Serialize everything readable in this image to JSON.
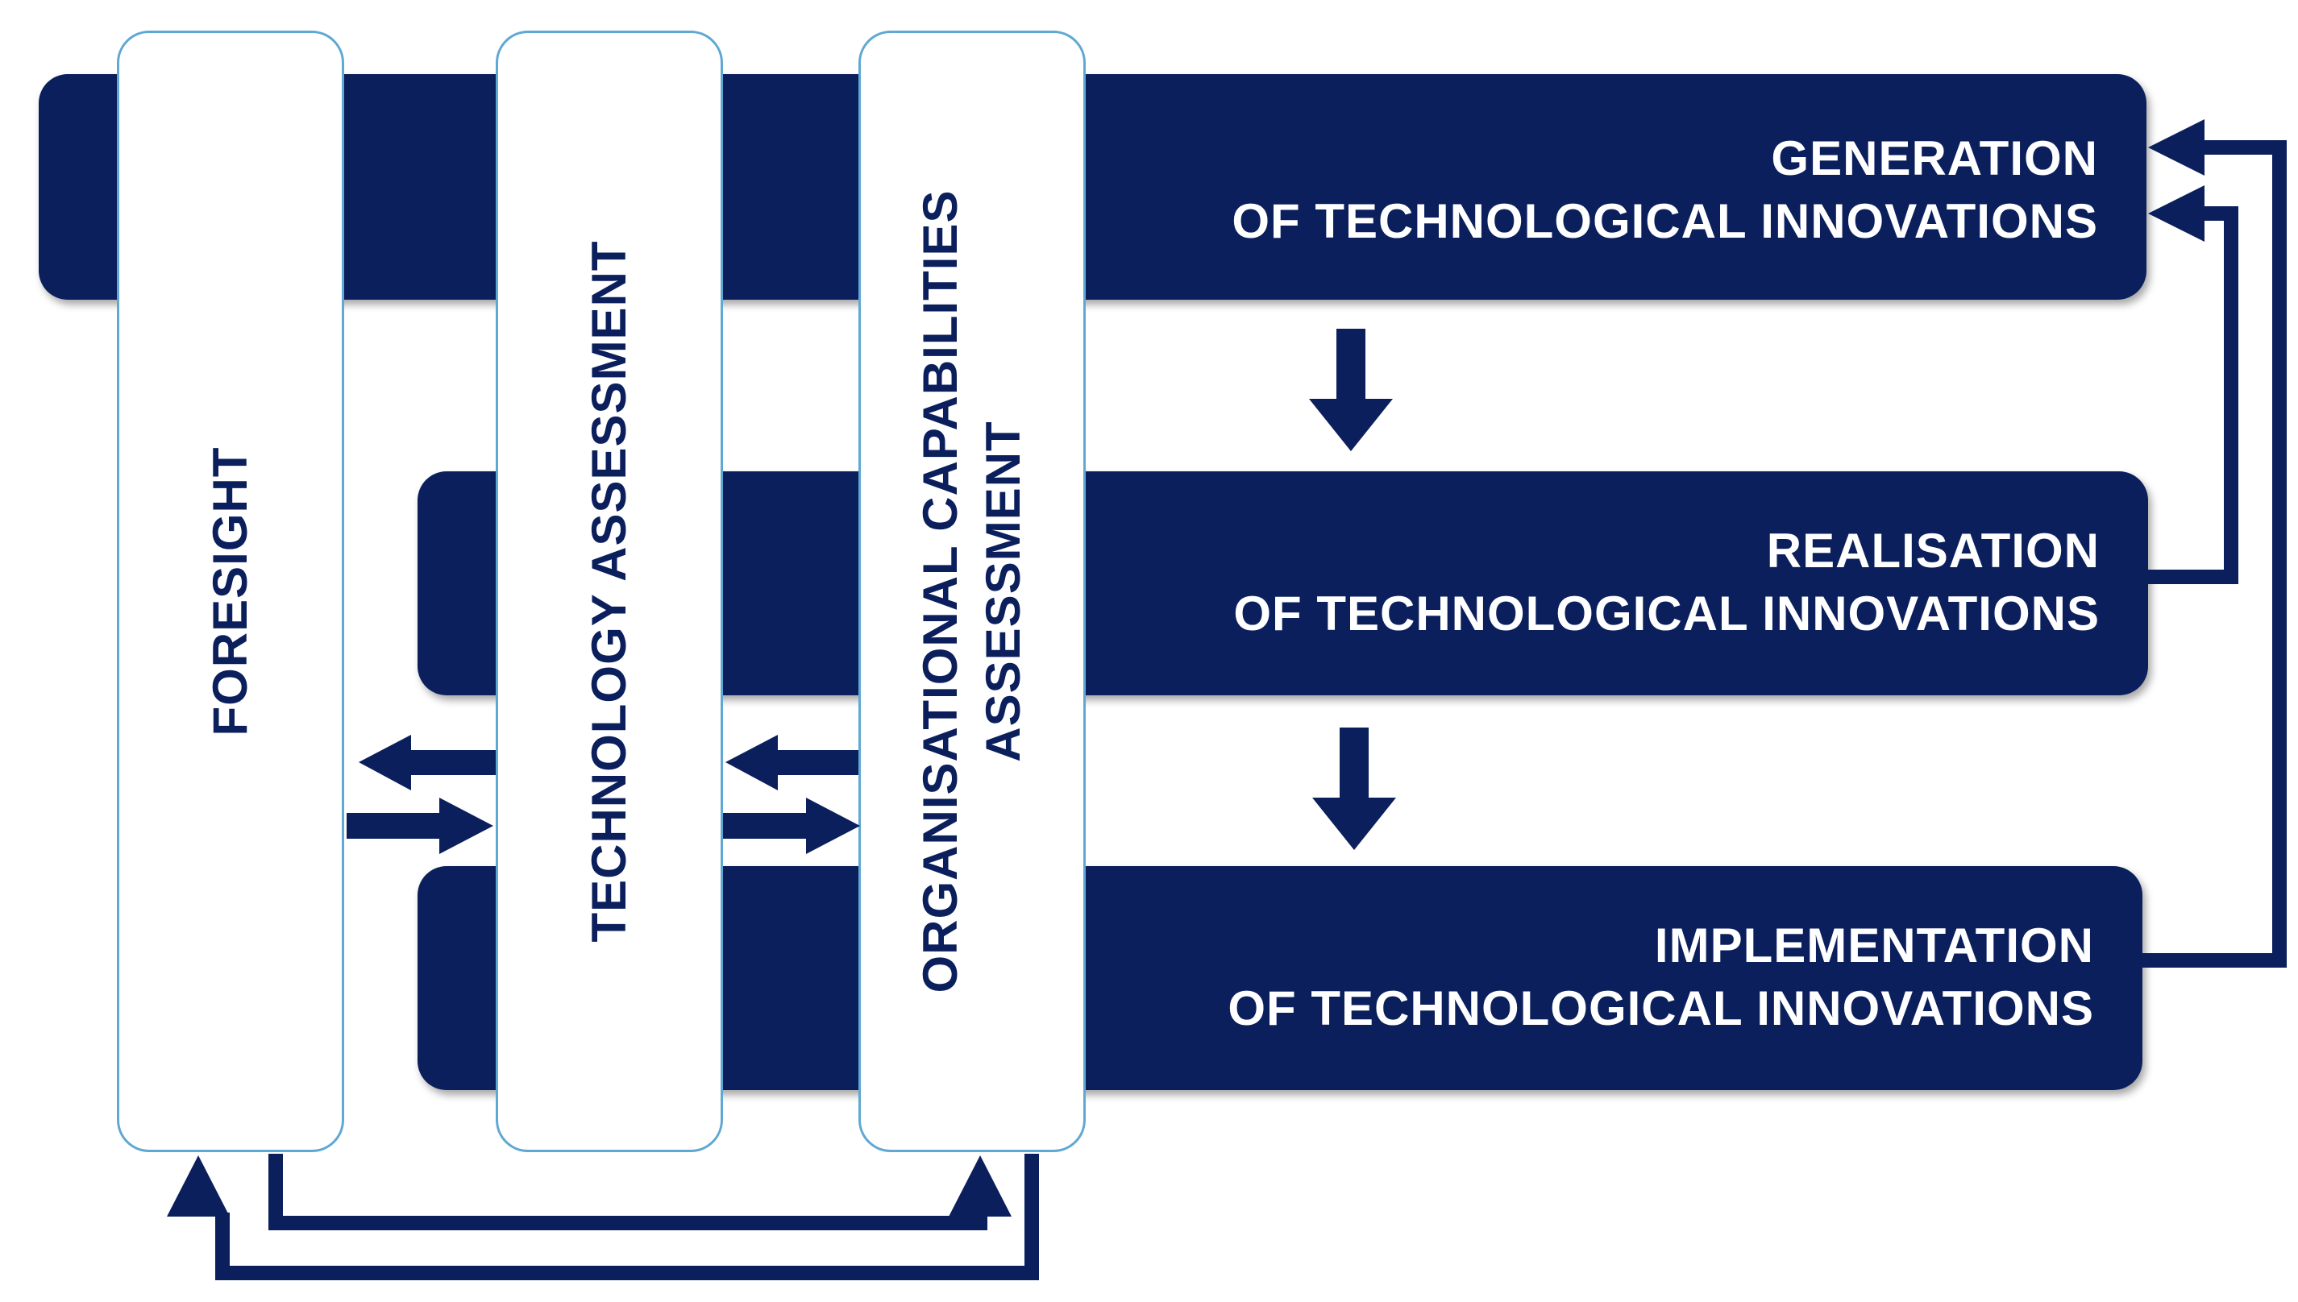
{
  "stages": [
    {
      "line1": "GENERATION",
      "line2": "OF  TECHNOLOGICAL INNOVATIONS"
    },
    {
      "line1": "REALISATION",
      "line2": "OF  TECHNOLOGICAL INNOVATIONS"
    },
    {
      "line1": "IMPLEMENTATION",
      "line2": "OF  TECHNOLOGICAL INNOVATIONS"
    }
  ],
  "activities": {
    "foresight": "FORESIGHT",
    "technology_assessment": "TECHNOLOGY ASSESSMENT",
    "org_line1": "ORGANISATIONAL  CAPABILITIES",
    "org_line2": "ASSESSMENT"
  },
  "colors": {
    "navy": "#0b1f5c",
    "pillar_border": "#5fa8d3",
    "background": "#ffffff"
  }
}
